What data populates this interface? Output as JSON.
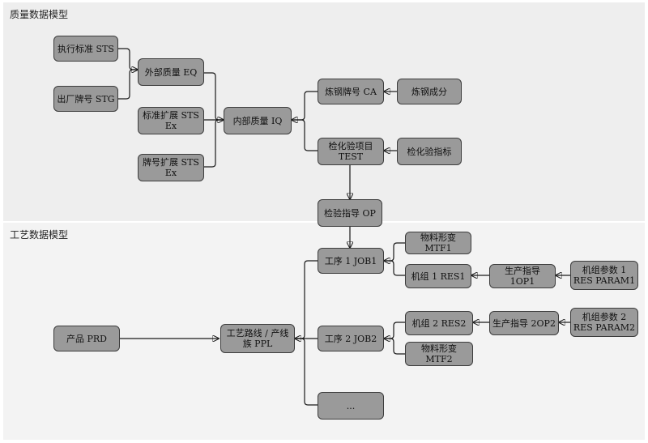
{
  "quality": {
    "title": "质量数据模型",
    "nodes": {
      "sts": "执行标准 STS",
      "stg": "出厂牌号 STG",
      "eq": "外部质量 EQ",
      "sts_ex1": "标准扩展 STS Ex",
      "sts_ex2": "牌号扩展 STS Ex",
      "iq": "内部质量 IQ",
      "ca": "炼钢牌号 CA",
      "steel_comp": "炼钢成分",
      "test": "检化验项目 TEST",
      "test_index": "检化验指标",
      "op": "检验指导 OP"
    }
  },
  "process": {
    "title": "工艺数据模型",
    "nodes": {
      "prd": "产品 PRD",
      "ppl": "工艺路线 / 产线\n族 PPL",
      "job1": "工序 1 JOB1",
      "mtf1": "物料形变 MTF1",
      "res1": "机组 1 RES1",
      "op1": "生产指导 1OP1",
      "param1": "机组参数 1\nRES PARAM1",
      "job2": "工序 2 JOB2",
      "res2": "机组 2 RES2",
      "op2": "生产指导 2OP2",
      "param2": "机组参数 2\nRES PARAM2",
      "mtf2": "物料形变 MTF2",
      "more": "..."
    }
  }
}
